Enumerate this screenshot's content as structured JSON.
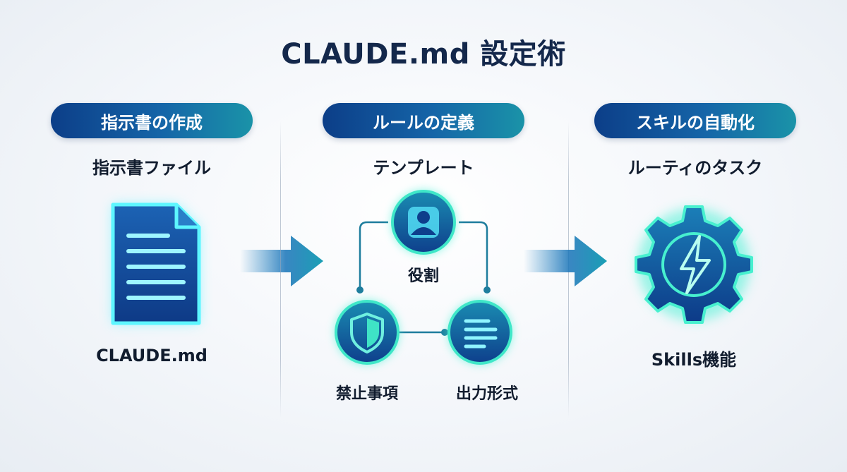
{
  "title": "CLAUDE.md 設定術",
  "columns": [
    {
      "header": "指示書の作成",
      "subtitle": "指示書ファイル",
      "label": "CLAUDE.md",
      "icon": "document-icon"
    },
    {
      "header": "ルールの定義",
      "subtitle": "テンプレート",
      "icon": "template-cycle-icon",
      "nodes": [
        {
          "label": "役割",
          "icon": "user-icon"
        },
        {
          "label": "禁止事項",
          "icon": "shield-icon"
        },
        {
          "label": "出力形式",
          "icon": "lines-icon"
        }
      ]
    },
    {
      "header": "スキルの自動化",
      "subtitle": "ルーティのタスク",
      "label": "Skills機能",
      "icon": "gear-lightning-icon"
    }
  ],
  "colors": {
    "navy": "#0c3e88",
    "teal": "#1a93a8",
    "glow": "#3ff0d2",
    "text": "#111c2e"
  }
}
